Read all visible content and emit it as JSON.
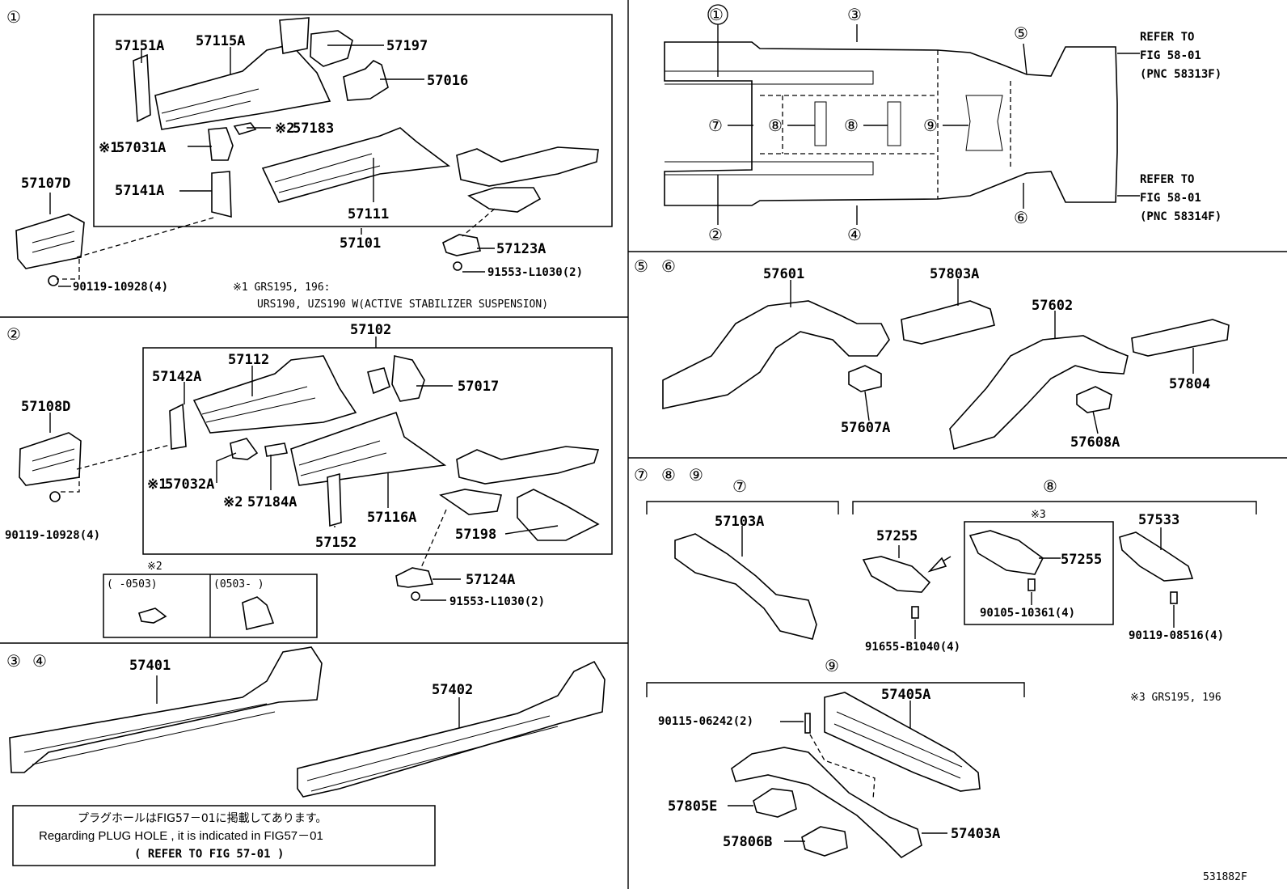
{
  "figure_id": "531882F",
  "circled": [
    "①",
    "②",
    "③",
    "④",
    "⑤",
    "⑥",
    "⑦",
    "⑧",
    "⑨"
  ],
  "sec1": {
    "parts": [
      "57151A",
      "57115A",
      "57197",
      "57016",
      "57183",
      "57031A",
      "57141A",
      "57107D",
      "57111",
      "57101",
      "57123A",
      "91553-L1030(2)",
      "90119-10928(4)"
    ],
    "mark1": "※1",
    "mark2": "※2",
    "note_line1": "※1 GRS195, 196:",
    "note_line2": "URS190, UZS190 W(ACTIVE STABILIZER SUSPENSION)"
  },
  "sec2": {
    "parts": [
      "57102",
      "57142A",
      "57112",
      "57017",
      "57108D",
      "57032A",
      "57184A",
      "57116A",
      "57152",
      "57198",
      "57124A",
      "91553-L1030(2)",
      "90119-10928(4)"
    ],
    "mark1": "※1",
    "mark2": "※2",
    "date_title": "※2",
    "date_before": "(      -0503)",
    "date_after": "(0503-       )"
  },
  "sec34": {
    "parts": [
      "57401",
      "57402"
    ],
    "jp_note": "プラグホールはFIG57－01に掲載してあります。",
    "en_note": "Regarding PLUG HOLE , it is indicated in FIG57－01",
    "refer_note": "(  REFER TO FIG 57-01 )"
  },
  "overview": {
    "refer_top": [
      "REFER TO",
      "FIG 58-01",
      "(PNC 58313F)"
    ],
    "refer_bottom": [
      "REFER TO",
      "FIG 58-01",
      "(PNC 58314F)"
    ]
  },
  "sec56": {
    "parts": [
      "57601",
      "57803A",
      "57602",
      "57804",
      "57607A",
      "57608A"
    ]
  },
  "sec789": {
    "parts7": [
      "57103A"
    ],
    "parts8": [
      "57255",
      "57255",
      "90105-10361(4)",
      "57533",
      "91655-B1040(4)",
      "90119-08516(4)"
    ],
    "mark3": "※3",
    "note3": "※3 GRS195, 196",
    "parts9": [
      "57405A",
      "90115-06242(2)",
      "57805E",
      "57806B",
      "57403A"
    ]
  }
}
